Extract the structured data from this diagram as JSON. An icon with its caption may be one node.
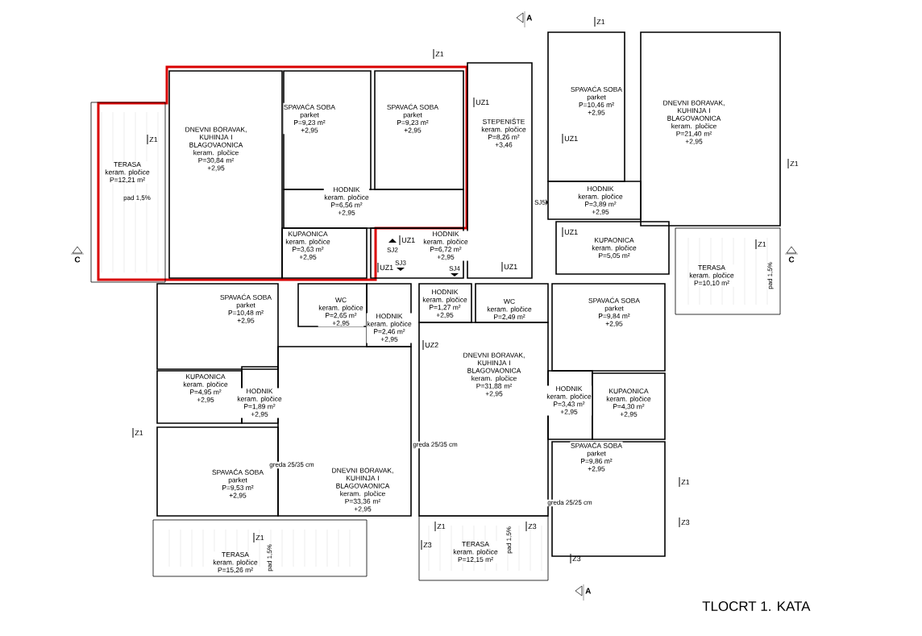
{
  "diagram": {
    "title": "TLOCRT 1. KATA",
    "nodes": [
      {
        "text": [
          "TERASA",
          "keram. pločice",
          "P=12,21 m²"
        ]
      },
      {
        "text": [
          "DNEVNI BORAVAK, KUHINJA I BLAGOVAONICA",
          "keram. pločice",
          "P=30,84 m²",
          "+2,95"
        ]
      },
      {
        "text": [
          "SPAVAĆA SOBA",
          "parket",
          "P=9,23 m²",
          "+2,95"
        ]
      },
      {
        "text": [
          "SPAVAĆA SOBA",
          "parket",
          "P=9,23 m²",
          "+2,95"
        ]
      },
      {
        "text": [
          "HODNIK",
          "keram. pločice",
          "P=6,56 m²",
          "+2,95"
        ]
      },
      {
        "text": [
          "KUPAONICA",
          "keram. pločice",
          "P=3,63 m²",
          "+2,95"
        ]
      },
      {
        "text": [
          "HODNIK",
          "keram. pločice",
          "P=6,72 m²",
          "+2,95"
        ]
      },
      {
        "text": [
          "STEPENIŠTE",
          "keram. pločice",
          "P=8,26 m²",
          "+3,46"
        ]
      },
      {
        "text": [
          "SPAVAĆA SOBA",
          "parket",
          "P=10,46 m²",
          "+2,95"
        ]
      },
      {
        "text": [
          "DNEVNI BORAVAK, KUHINJA I BLAGOVAONICA",
          "keram. pločice",
          "P=21,40 m²",
          "+2,95"
        ]
      },
      {
        "text": [
          "HODNIK",
          "keram. pločice",
          "P=3,89 m²",
          "+2,95"
        ]
      },
      {
        "text": [
          "KUPAONICA",
          "keram. pločice",
          "P=5,05 m²"
        ]
      },
      {
        "text": [
          "TERASA",
          "keram. pločice",
          "P=10,10 m²"
        ]
      },
      {
        "text": [
          "SPAVAĆA SOBA",
          "parket",
          "P=10,48 m²",
          "+2,95"
        ]
      },
      {
        "text": [
          "WC",
          "keram. pločice",
          "P=2,65 m²",
          "+2,95"
        ]
      },
      {
        "text": [
          "HODNIK",
          "keram. pločice",
          "P=2,46 m²",
          "+2,95"
        ]
      },
      {
        "text": [
          "KUPAONICA",
          "keram. pločice",
          "P=4,95 m²",
          "+2,95"
        ]
      },
      {
        "text": [
          "HODNIK",
          "keram. pločice",
          "P=1,89 m²",
          "+2,95"
        ]
      },
      {
        "text": [
          "SPAVAĆA SOBA",
          "parket",
          "P=9,53 m²",
          "+2,95"
        ]
      },
      {
        "text": [
          "DNEVNI BORAVAK, KUHINJA I BLAGOVAONICA",
          "keram. pločice",
          "P=33,36 m²",
          "+2,95"
        ]
      },
      {
        "text": [
          "TERASA",
          "keram. pločice",
          "P=15,26 m²"
        ]
      },
      {
        "text": [
          "HODNIK",
          "keram. pločice",
          "P=1,27 m²",
          "+2,95"
        ]
      },
      {
        "text": [
          "WC",
          "keram. pločice",
          "P=2,49 m²"
        ]
      },
      {
        "text": [
          "SPAVAĆA SOBA",
          "parket",
          "P=9,84 m²",
          "+2,95"
        ]
      },
      {
        "text": [
          "DNEVNI BORAVAK, KUHINJA I BLAGOVAONICA",
          "keram. pločice",
          "P=31,88 m²",
          "+2,95"
        ]
      },
      {
        "text": [
          "HODNIK",
          "keram. pločice",
          "P=3,43 m²",
          "+2,95"
        ]
      },
      {
        "text": [
          "KUPAONICA",
          "keram. pločice",
          "P=4,30 m²",
          "+2,95"
        ]
      },
      {
        "text": [
          "SPAVAĆA SOBA",
          "parket",
          "P=9,86 m²",
          "+2,95"
        ]
      },
      {
        "text": [
          "TERASA",
          "keram. pločice",
          "P=12,15 m²"
        ]
      }
    ],
    "labels": [
      "A",
      "Z1",
      "Z1",
      "UZ1",
      "Z1",
      "UZ1",
      "Z1",
      "pad 1,5%",
      "SJ5",
      "UZ1",
      "UZ1",
      "Z1",
      "SJ2",
      "C",
      "C",
      "SJ3",
      "SJ4",
      "UZ1",
      "UZ1",
      "pad 1,5%",
      "UZ2",
      "Z1",
      "greda 25/35 cm",
      "greda 25/35 cm",
      "Z1",
      "greda 25/25 cm",
      "Z1",
      "Z3",
      "Z3",
      "Z1",
      "pad 1,5%",
      "Z3",
      "pad 1,5%",
      "Z3",
      "A"
    ]
  }
}
